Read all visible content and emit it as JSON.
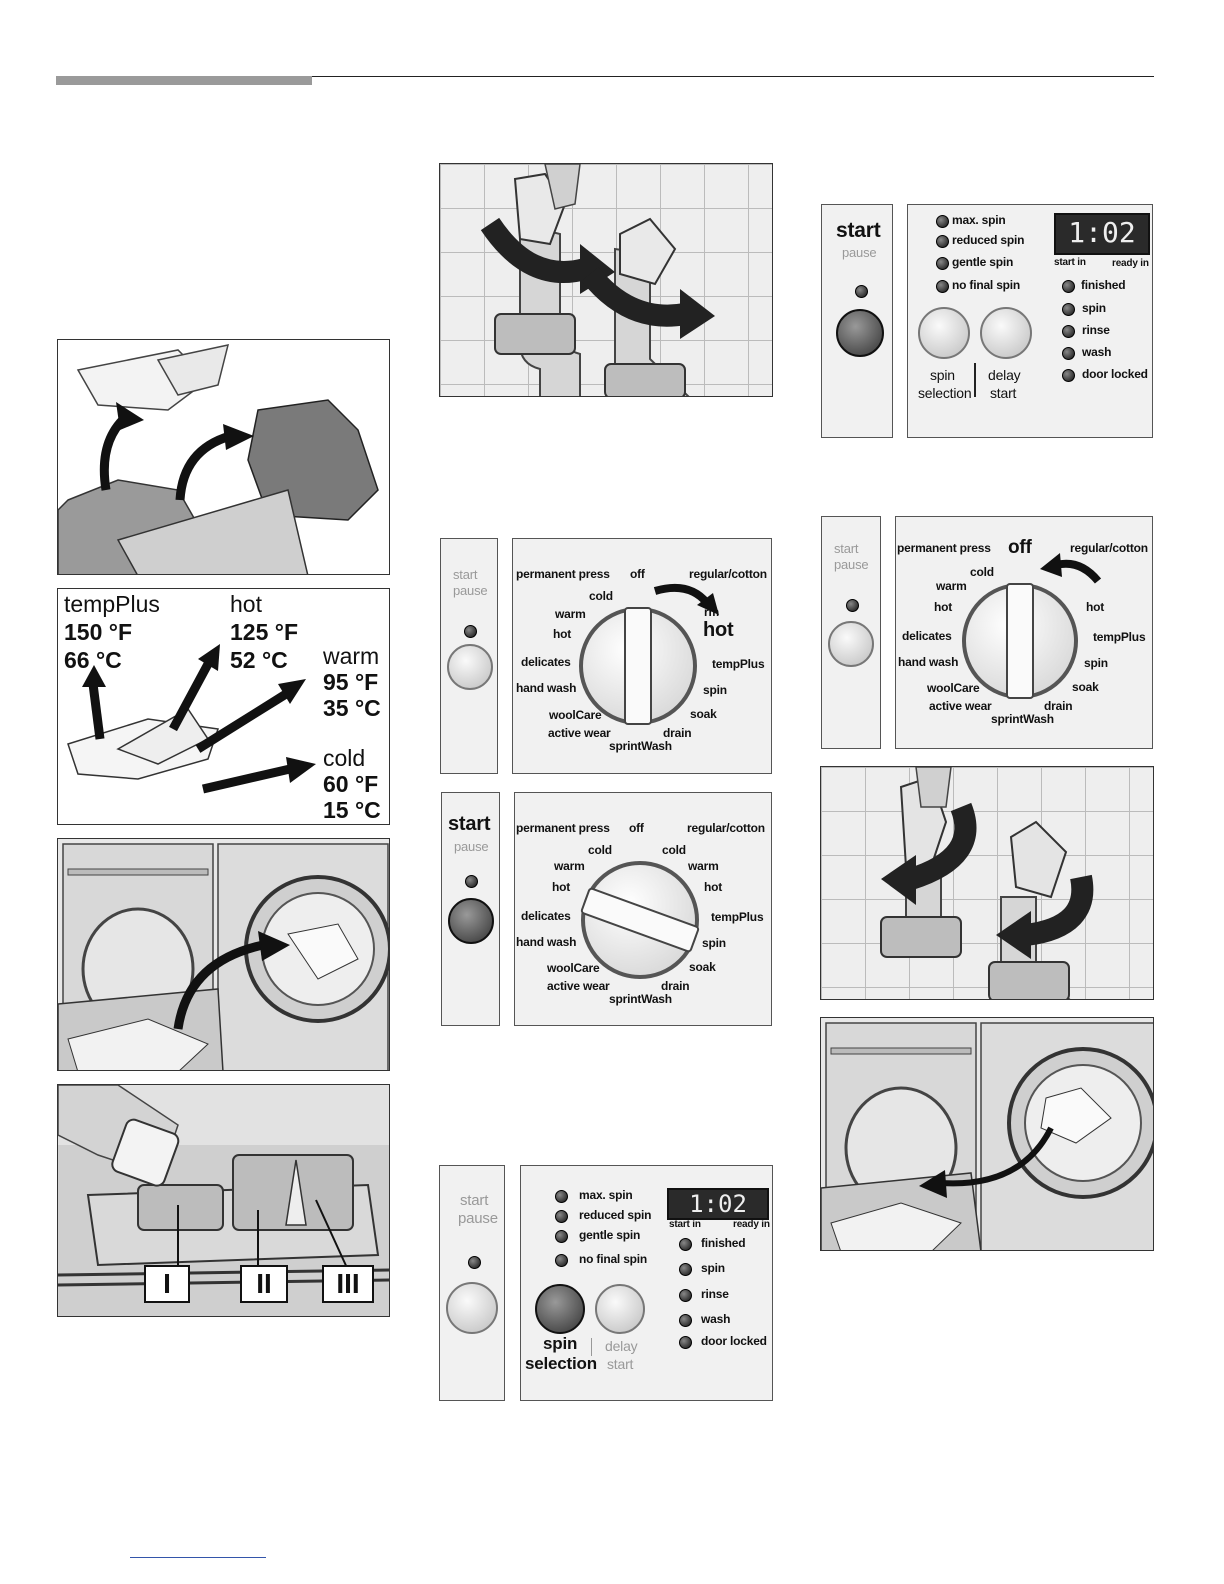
{
  "figures": {
    "temperature": {
      "tempplus": {
        "label": "tempPlus",
        "f": "150 °F",
        "c": "66 °C"
      },
      "hot": {
        "label": "hot",
        "f": "125 °F",
        "c": "52 °C"
      },
      "warm": {
        "label": "warm",
        "f": "95 °F",
        "c": "35 °C"
      },
      "cold": {
        "label": "cold",
        "f": "60 °F",
        "c": "15 °C"
      }
    },
    "dispenser": {
      "compartments": [
        "I",
        "II",
        "III"
      ]
    },
    "start_button": {
      "start": "start",
      "pause": "pause"
    },
    "spin_panel": {
      "spin_options": [
        "max. spin",
        "reduced spin",
        "gentle spin",
        "no final spin"
      ],
      "display": "1:02",
      "start_in": "start in",
      "ready_in": "ready in",
      "status_items": [
        "finished",
        "spin",
        "rinse",
        "wash",
        "door locked"
      ],
      "spin_label_1": "spin",
      "spin_label_2": "selection",
      "delay_label_1": "delay",
      "delay_label_2": "start"
    },
    "dial": {
      "permanent_press": "permanent press",
      "off": "off",
      "regular_cotton": "regular/cotton",
      "cold": "cold",
      "warm": "warm",
      "hot": "hot",
      "delicates": "delicates",
      "hand_wash": "hand wash",
      "woolcare": "woolCare",
      "active_wear": "active wear",
      "sprintwash": "sprintWash",
      "drain": "drain",
      "soak": "soak",
      "spin": "spin",
      "tempplus": "tempPlus",
      "rm": "rm"
    }
  }
}
